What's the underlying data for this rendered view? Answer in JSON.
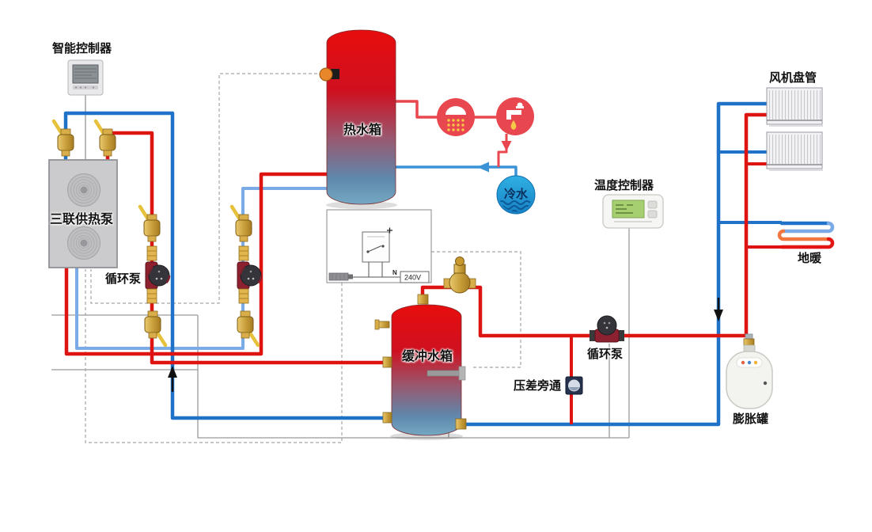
{
  "labels": {
    "smart_controller": "智能控制器",
    "heat_pump": "三联供热泵",
    "circulation_pump_left": "循环泵",
    "hot_water_tank": "热水箱",
    "cold_water": "冷水",
    "temperature_controller": "温度控制器",
    "buffer_tank": "缓冲水箱",
    "pressure_bypass": "压差旁通",
    "circulation_pump_right": "循环泵",
    "fan_coil": "风机盘管",
    "floor_heating": "地暖",
    "expansion_tank": "膨胀罐"
  },
  "wiring_box": {
    "neutral": "N",
    "voltage": "240V"
  },
  "colors": {
    "hot_pipe": "#dd1411",
    "cold_pipe": "#1f72c8",
    "warm_return_pipe": "#7aabe6",
    "control_wire": "#9b9b9b",
    "hot_use_badge": "#e8474f",
    "cold_water_badge": "#1e9cd7",
    "brass": "#c79b3d"
  }
}
